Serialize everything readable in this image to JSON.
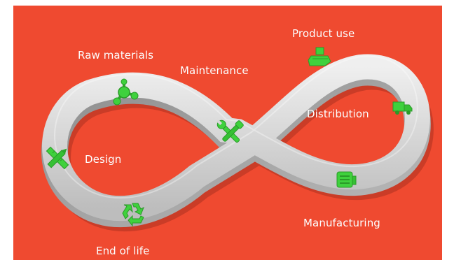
{
  "colors": {
    "background": "#ef4a30",
    "track": "#d7d7d7",
    "icon": "#3fd13d",
    "label": "#ffffff"
  },
  "stages": [
    {
      "key": "raw",
      "label": "Raw materials",
      "icon": "molecule-icon"
    },
    {
      "key": "maintenance",
      "label": "Maintenance",
      "icon": "wrench-screwdriver-icon"
    },
    {
      "key": "product",
      "label": "Product use",
      "icon": "hand-holding-box-icon"
    },
    {
      "key": "distribution",
      "label": "Distribution",
      "icon": "delivery-truck-icon"
    },
    {
      "key": "design",
      "label": "Design",
      "icon": "ruler-pencil-icon"
    },
    {
      "key": "manufacturing",
      "label": "Manufacturing",
      "icon": "factory-machine-icon"
    },
    {
      "key": "eol",
      "label": "End of life",
      "icon": "recycle-icon"
    }
  ]
}
